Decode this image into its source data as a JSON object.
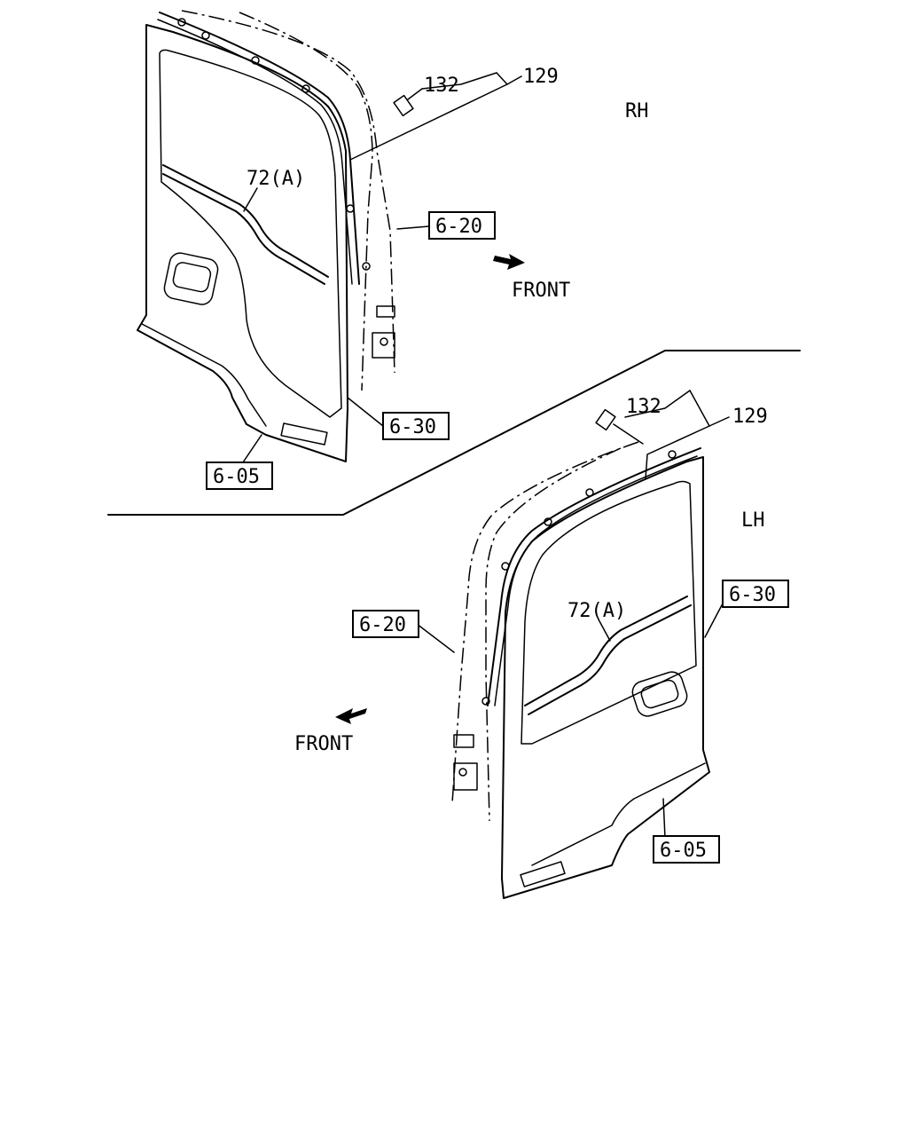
{
  "views": [
    {
      "side": "RH",
      "front_label": "FRONT",
      "part_numbers": [
        "132",
        "129",
        "72(A)"
      ],
      "reference_boxes": [
        "6-20",
        "6-30",
        "6-05"
      ]
    },
    {
      "side": "LH",
      "front_label": "FRONT",
      "part_numbers": [
        "132",
        "129",
        "72(A)"
      ],
      "reference_boxes": [
        "6-20",
        "6-30",
        "6-05"
      ]
    }
  ]
}
